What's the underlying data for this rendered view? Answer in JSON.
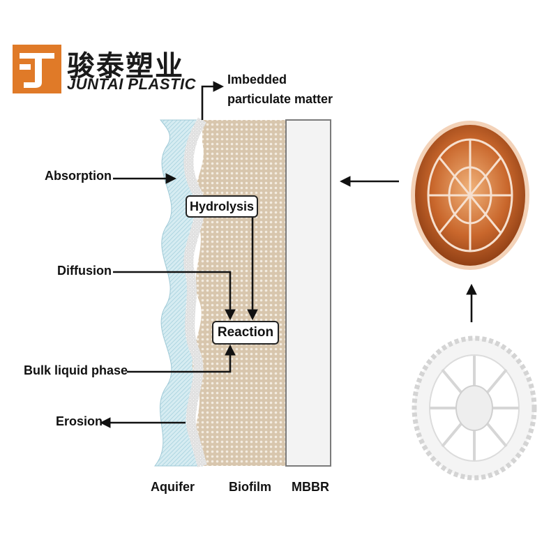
{
  "logo": {
    "chinese": "骏泰塑业",
    "english": "JUNTAI PLASTIC",
    "brand_color": "#e07a28"
  },
  "labels": {
    "imbedded_line1": "Imbedded",
    "imbedded_line2": "particulate matter",
    "absorption": "Absorption",
    "hydrolysis": "Hydrolysis",
    "diffusion": "Diffusion",
    "reaction": "Reaction",
    "bulk_liquid_phase": "Bulk liquid phase",
    "erosion": "Erosion"
  },
  "layers": {
    "aquifer": "Aquifer",
    "biofilm": "Biofilm",
    "mbbr": "MBBR"
  },
  "colors": {
    "aquifer": "#cfe8ef",
    "biofilm": "#d9c9b3",
    "mbbr_fill": "#f3f3f3",
    "mbbr_border": "#7a7a7a",
    "carrier_brown": "#c0602a",
    "carrier_white": "#f4f4f4"
  }
}
